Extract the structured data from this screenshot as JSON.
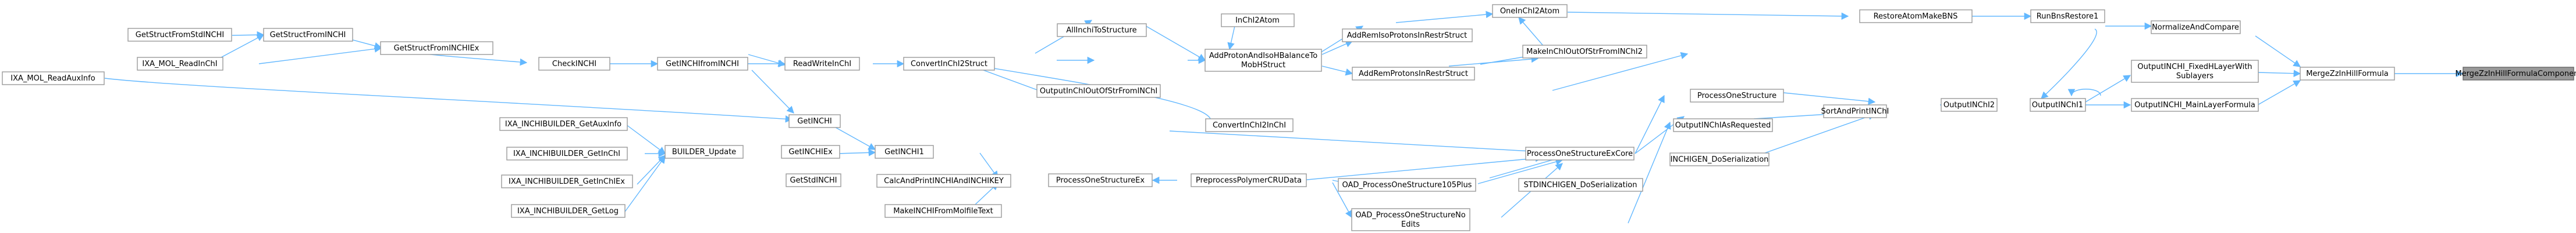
{
  "colors": {
    "edge": "#63b8ff",
    "node_border": "#999999",
    "root_fill": "#999999",
    "node_fill": "#ffffff"
  },
  "nodes": {
    "MergeZzInHillFormulaComponent": "MergeZzInHillFormulaComponent",
    "MergeZzInHillFormula": "MergeZzInHillFormula",
    "NormalizeAndCompare": "NormalizeAndCompare",
    "OutputINCHI_FreeAlt": [
      "OutputINCHI_FixedHLayerWith",
      "Sublayers"
    ],
    "OutputINCHI_MainLayerFormula": "OutputINCHI_MainLayerFormula",
    "RunBnsRestore1": "RunBnsRestore1",
    "OutputINChI1": "OutputINChI1",
    "RestoreAtomMakeBNS": "RestoreAtomMakeBNS",
    "OutputINChI2": "OutputINChI2",
    "OneInChI2Atom": "OneInChI2Atom",
    "SortAndPrintINChI": "SortAndPrintINChI",
    "InChI2Atom": "InChI2Atom",
    "MakeInChIOutOfStrFromINChI2": "MakeInChIOutOfStrFromINChI2",
    "ProcessOneStructure": "ProcessOneStructure",
    "OutputINChIAsRequested": "OutputINChIAsRequested",
    "ProcessOneStructureExCore": "ProcessOneStructureExCore",
    "INCHIGEN_DoSerialization": "INCHIGEN_DoSerialization",
    "AllInchiToStructure": "AllInchiToStructure",
    "AddRemIsoProtonsInRestrStruct": "AddRemIsoProtonsInRestrStruct",
    "AddRemProtonsInRestrStruct": "AddRemProtonsInRestrStruct",
    "AddProtonAndIsoHBalanceToMobHStruct": [
      "AddProtonAndIsoHBalanceTo",
      "MobHStruct"
    ],
    "ConvertInChI2Struct": "ConvertInChI2Struct",
    "OutputInChIOutOfStrFromINChI": "OutputInChIOutOfStrFromINChI",
    "ConvertInChI2InChI": "ConvertInChI2InChI",
    "ReadWriteInChI": "ReadWriteInChI",
    "GetINCHIfromINCHI": "GetINCHIfromINCHI",
    "CheckINCHI": "CheckINCHI",
    "GetStructFromINCHIEx": "GetStructFromINCHIEx",
    "GetStructFromINCHI": "GetStructFromINCHI",
    "GetStructFromStdINCHI": "GetStructFromStdINCHI",
    "IXA_MOL_ReadInChI": "IXA_MOL_ReadInChI",
    "IXA_MOL_ReadAuxInfo": "IXA_MOL_ReadAuxInfo",
    "GetINCHI": "GetINCHI",
    "GetINCHIEx": "GetINCHIEx",
    "GetINCHI1": "GetINCHI1",
    "GetStdINCHI": "GetStdINCHI",
    "BUILDER_Update": "BUILDER_Update",
    "IXA_INCHIBUILDER_GetAuxInfo": "IXA_INCHIBUILDER_GetAuxInfo",
    "IXA_INCHIBUILDER_GetInChI": "IXA_INCHIBUILDER_GetInChI",
    "IXA_INCHIBUILDER_GetInChIEx": "IXA_INCHIBUILDER_GetInChIEx",
    "IXA_INCHIBUILDER_GetLog": "IXA_INCHIBUILDER_GetLog",
    "CalcAndPrintINCHIAndINCHIKEY": "CalcAndPrintINCHIAndINCHIKEY",
    "MakeINCHIFromMolfileText": "MakeINCHIFromMolfileText",
    "ProcessOneStructureEx": "ProcessOneStructureEx",
    "PreprocessPolymerCRUData": "PreprocessPolymerCRUData",
    "OAD_ProcessOneStructure105Plus": "OAD_ProcessOneStructure105Plus",
    "OAD_ProcessOneStructureNoEdits": [
      "OAD_ProcessOneStructureNo",
      "Edits"
    ],
    "STDINCHIGEN_DoSerialization": "STDINCHIGEN_DoSerialization"
  }
}
